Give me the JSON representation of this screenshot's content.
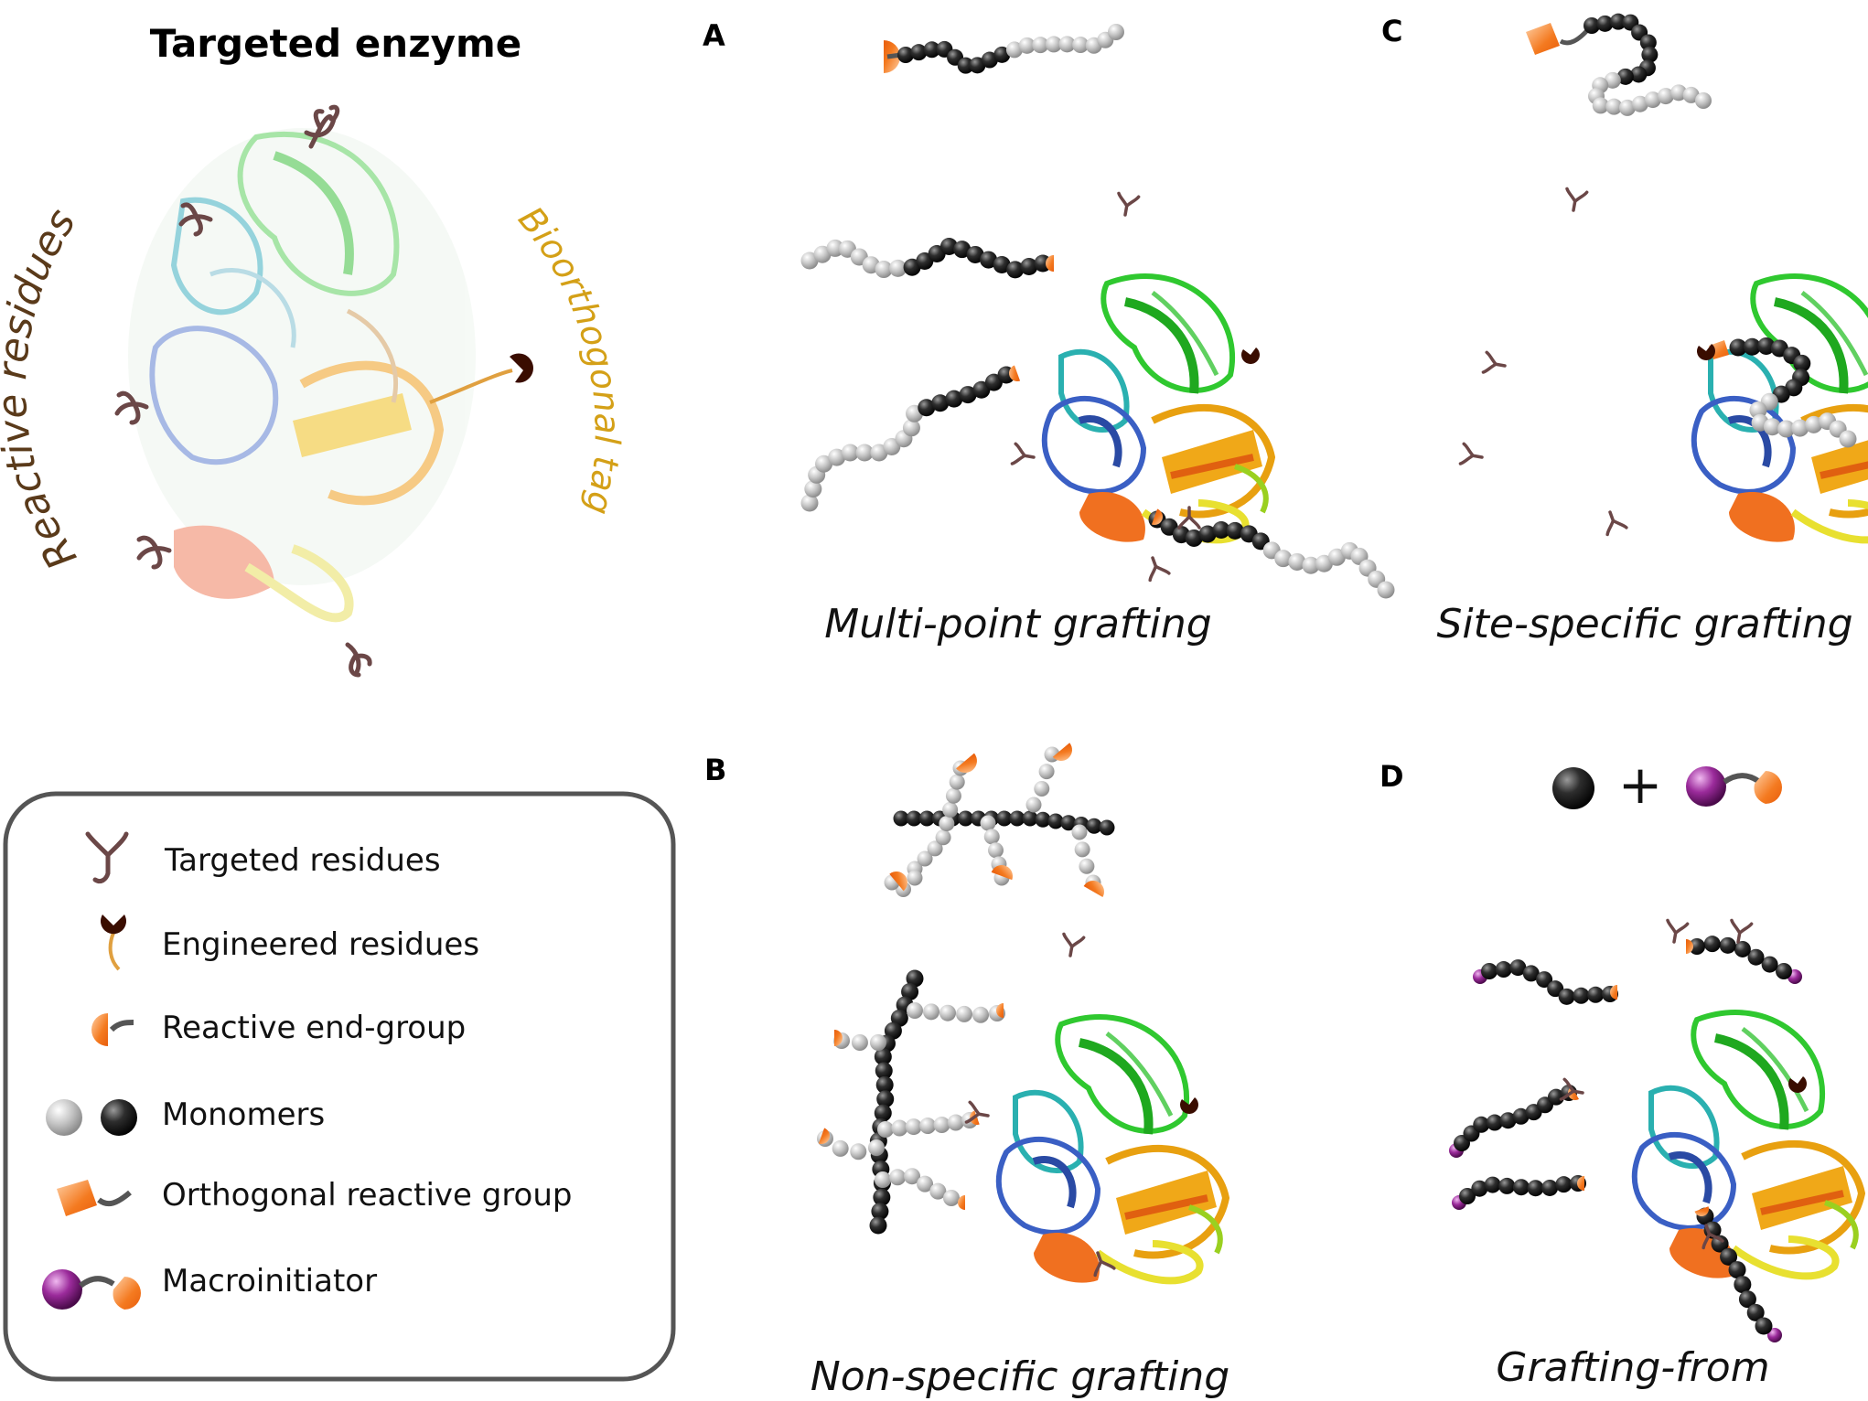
{
  "title": "Targeted enzyme",
  "curved_labels": {
    "reactive": "Reactive residues",
    "bioorthogonal": "Bioorthogonal tag"
  },
  "panels": [
    {
      "letter": "A",
      "caption": "Multi-point grafting"
    },
    {
      "letter": "B",
      "caption": "Non-specific grafting"
    },
    {
      "letter": "C",
      "caption": "Site-specific grafting"
    },
    {
      "letter": "D",
      "caption": "Grafting-from"
    }
  ],
  "plus": "+",
  "legend": {
    "items": [
      {
        "icon": "targeted-residue-icon",
        "label": "Targeted residues"
      },
      {
        "icon": "engineered-residue-icon",
        "label": "Engineered residues"
      },
      {
        "icon": "reactive-end-group-icon",
        "label": "Reactive end-group"
      },
      {
        "icon": "monomers-icon",
        "label": "Monomers"
      },
      {
        "icon": "orthogonal-reactive-group-icon",
        "label": "Orthogonal reactive group"
      },
      {
        "icon": "macroinitiator-icon",
        "label": "Macroinitiator"
      }
    ]
  },
  "colors": {
    "residue": "#6b4747",
    "engineered": "#3a0d00",
    "tag_text": "#d4a017",
    "reactive_text": "#5a3a1a",
    "orange": "#f47a20",
    "monomer_grey": "#bdbdbd",
    "monomer_black": "#262626",
    "macro_purple": "#8e1f8e"
  }
}
